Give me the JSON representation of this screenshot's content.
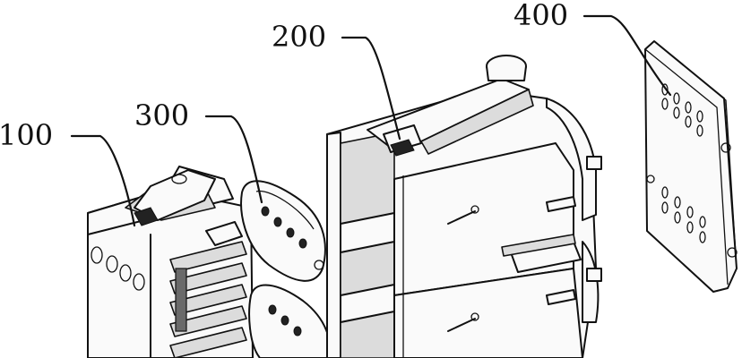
{
  "labels": {
    "part_100": "100",
    "part_200": "200",
    "part_300": "300",
    "part_400": "400"
  }
}
